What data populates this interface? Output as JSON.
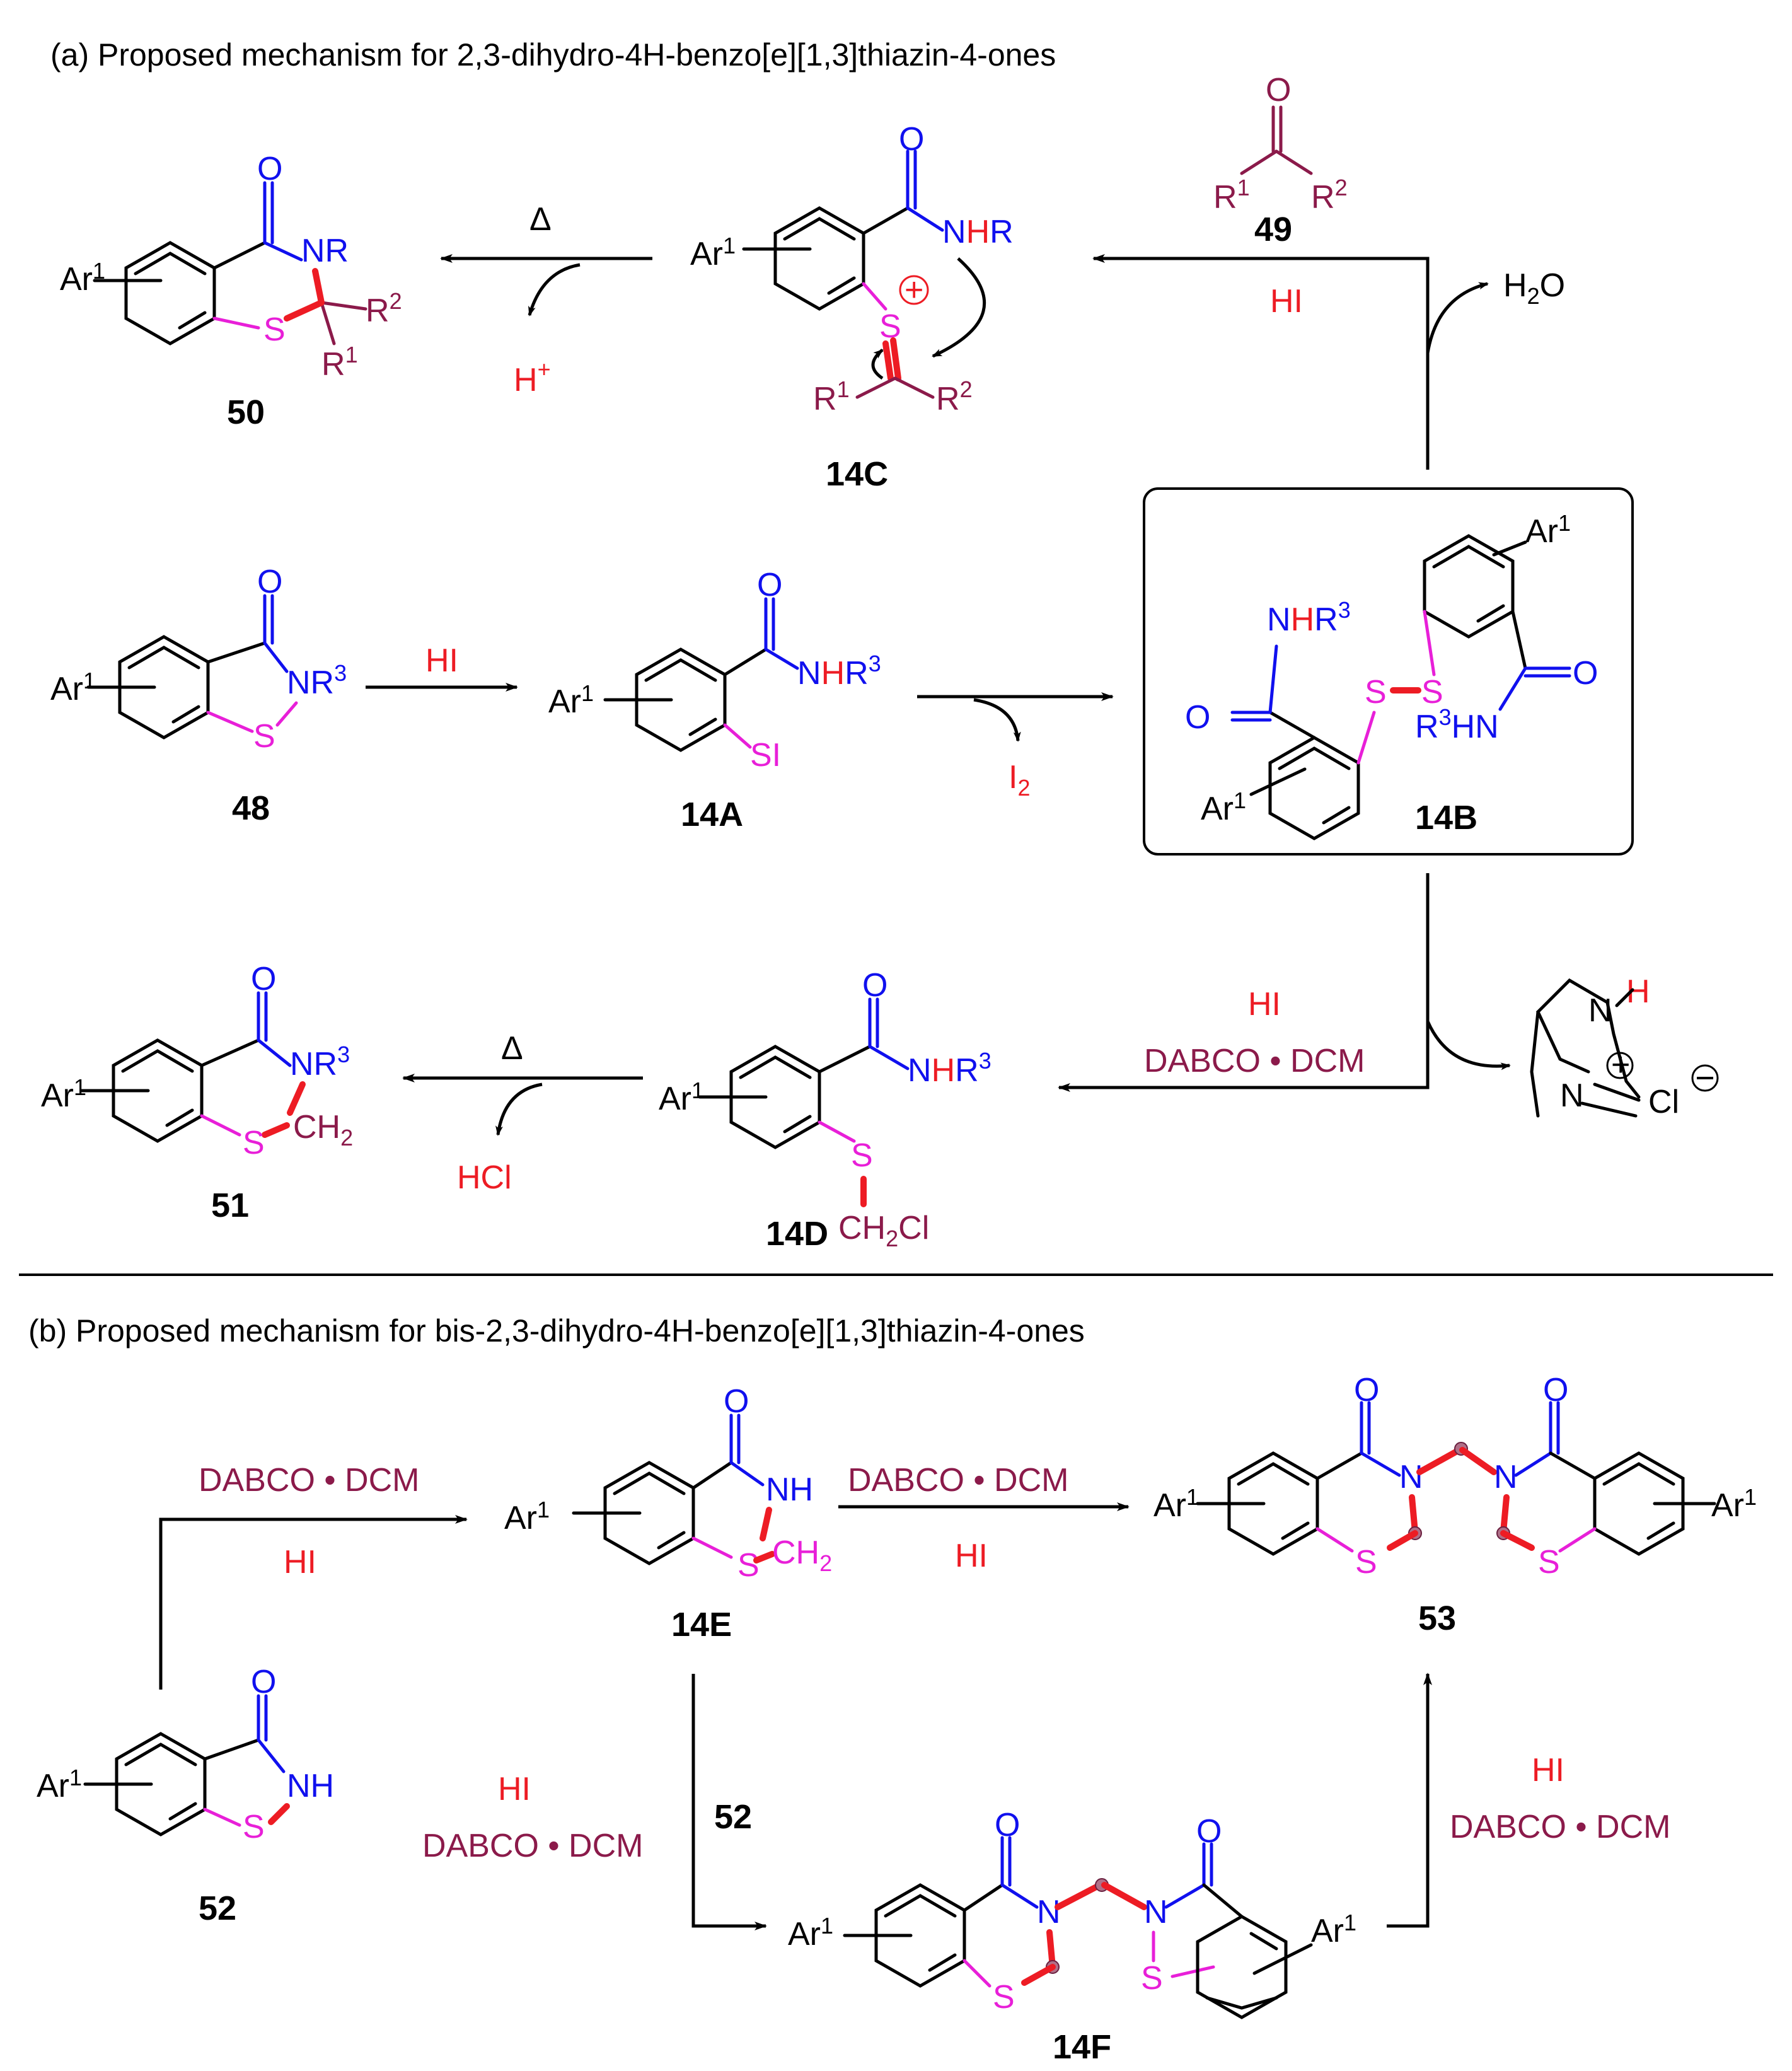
{
  "section_a": {
    "title": "(a) Proposed mechanism for 2,3-dihydro-4H-benzo[e][1,3]thiazin-4-ones"
  },
  "section_b": {
    "title": "(b) Proposed mechanism for bis-2,3-dihydro-4H-benzo[e][1,3]thiazin-4-ones"
  },
  "compounds": {
    "c50": "50",
    "c14C": "14C",
    "c49": "49",
    "c48": "48",
    "c14A": "14A",
    "c14B": "14B",
    "c51": "51",
    "c14D": "14D",
    "c14E": "14E",
    "c53": "53",
    "c52": "52",
    "c52_reagent": "52",
    "c14F": "14F"
  },
  "reagents": {
    "delta": "Δ",
    "h_plus": "H+",
    "hi": "HI",
    "h2o": "H2O",
    "i2": "I2",
    "dabco_dcm": "DABCO • DCM",
    "hcl": "HCl",
    "dabco_salt_cl": "Cl"
  },
  "colors": {
    "black": "#000000",
    "blue": "#1010ee",
    "magenta": "#e81fd8",
    "red": "#ed1c24",
    "maroon": "#8b1a4a"
  }
}
